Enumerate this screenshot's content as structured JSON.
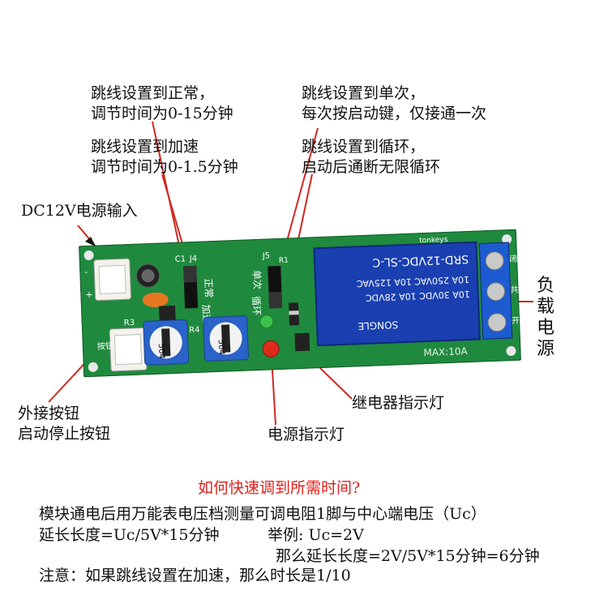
{
  "annotations": {
    "jumper_normal": [
      "跳线设置到正常，",
      "调节时间为0-15分钟"
    ],
    "jumper_single": [
      "跳线设置到单次，",
      "每次按启动键，仅接通一次"
    ],
    "jumper_fast": [
      "跳线设置到加速",
      "调节时间为0-1.5分钟"
    ],
    "jumper_loop": [
      "跳线设置到循环，",
      "启动后通断无限循环"
    ],
    "power_input": "DC12V电源输入",
    "load_power": [
      "负",
      "载",
      "电",
      "源"
    ],
    "external_button": [
      "外接按钮",
      "启动停止按钮"
    ],
    "relay_indicator": "继电器指示灯",
    "power_indicator": "电源指示灯"
  },
  "board": {
    "brand": "tonkeys",
    "relay_lines": [
      "SRD-12VDC-SL-C",
      "10A 250VAC  10A 125VAC",
      "10A 30VDC  10A 28VDC"
    ],
    "relay_maker": "SONGLE",
    "relay_rating": "MAX:10A",
    "pot_marking": "504",
    "silk": {
      "c1": "C1",
      "j4": "J4",
      "j5": "J5",
      "r1": "R1",
      "r3": "R3",
      "r4": "R4",
      "normal": "正常",
      "fast": "加速",
      "single": "单次",
      "loop": "循环",
      "nc": "闭",
      "com": "共",
      "no": "开",
      "minus": "-",
      "plus": "+",
      "button_label": "按钮"
    }
  },
  "bottom": {
    "question": "如何快速调到所需时间?",
    "line1": "模块通电后用万能表电压档测量可调电阻1脚与中心端电压（Uc）",
    "line2a": "延长长度=Uc/5V*15分钟",
    "line2b": "举例: Uc=2V",
    "line3": "那么延长长度=2V/5V*15分钟=6分钟",
    "line4": "注意：如果跳线设置在加速，那么时长是1/10"
  },
  "colors": {
    "pcb": "#1f8a3e",
    "relay": "#1a3fb0",
    "question": "#e0201a"
  }
}
